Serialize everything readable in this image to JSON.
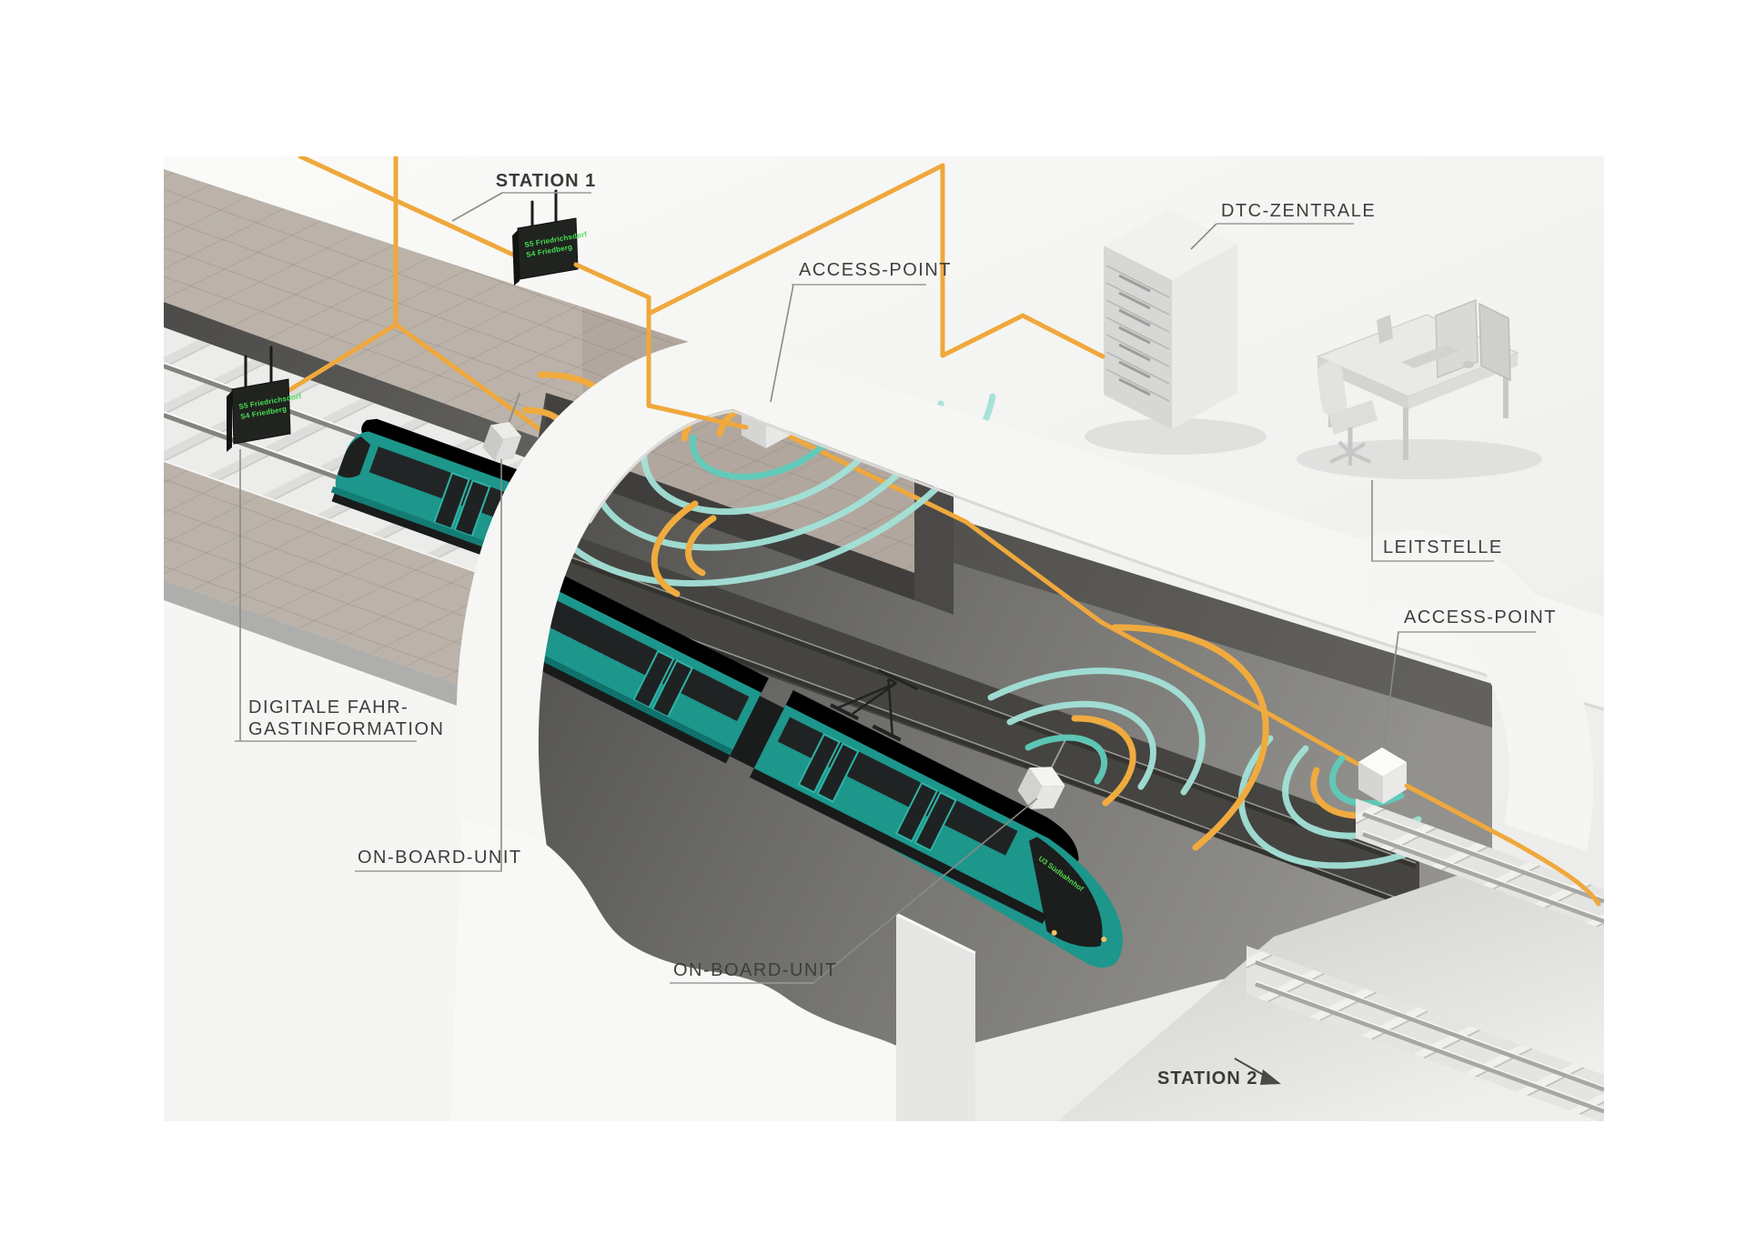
{
  "diagram": {
    "labels": {
      "station1": "STATION 1",
      "station2": "STATION 2",
      "access_point_1": "ACCESS-POINT",
      "access_point_2": "ACCESS-POINT",
      "dtc_zentrale": "DTC-ZENTRALE",
      "leitstelle": "LEITSTELLE",
      "digitale_fahrgastinformation_line1": "DIGITALE FAHR-",
      "digitale_fahrgastinformation_line2": "GASTINFORMATION",
      "on_board_unit_1": "ON-BOARD-UNIT",
      "on_board_unit_2": "ON-BOARD-UNIT"
    },
    "passenger_display": {
      "line1": "S5 Friedrichsdorf",
      "line2": "S4 Friedberg"
    },
    "train_destination": "U3 Südbahnhof",
    "colors": {
      "cable_orange": "#efa83c",
      "signal_orange": "#f0ab3f",
      "signal_teal": "#5fccbb",
      "signal_teal_light": "#a3e2d8",
      "train_teal": "#1d968c",
      "platform_taupe": "#bbb2a9",
      "label_text": "#3e3e3c"
    }
  }
}
